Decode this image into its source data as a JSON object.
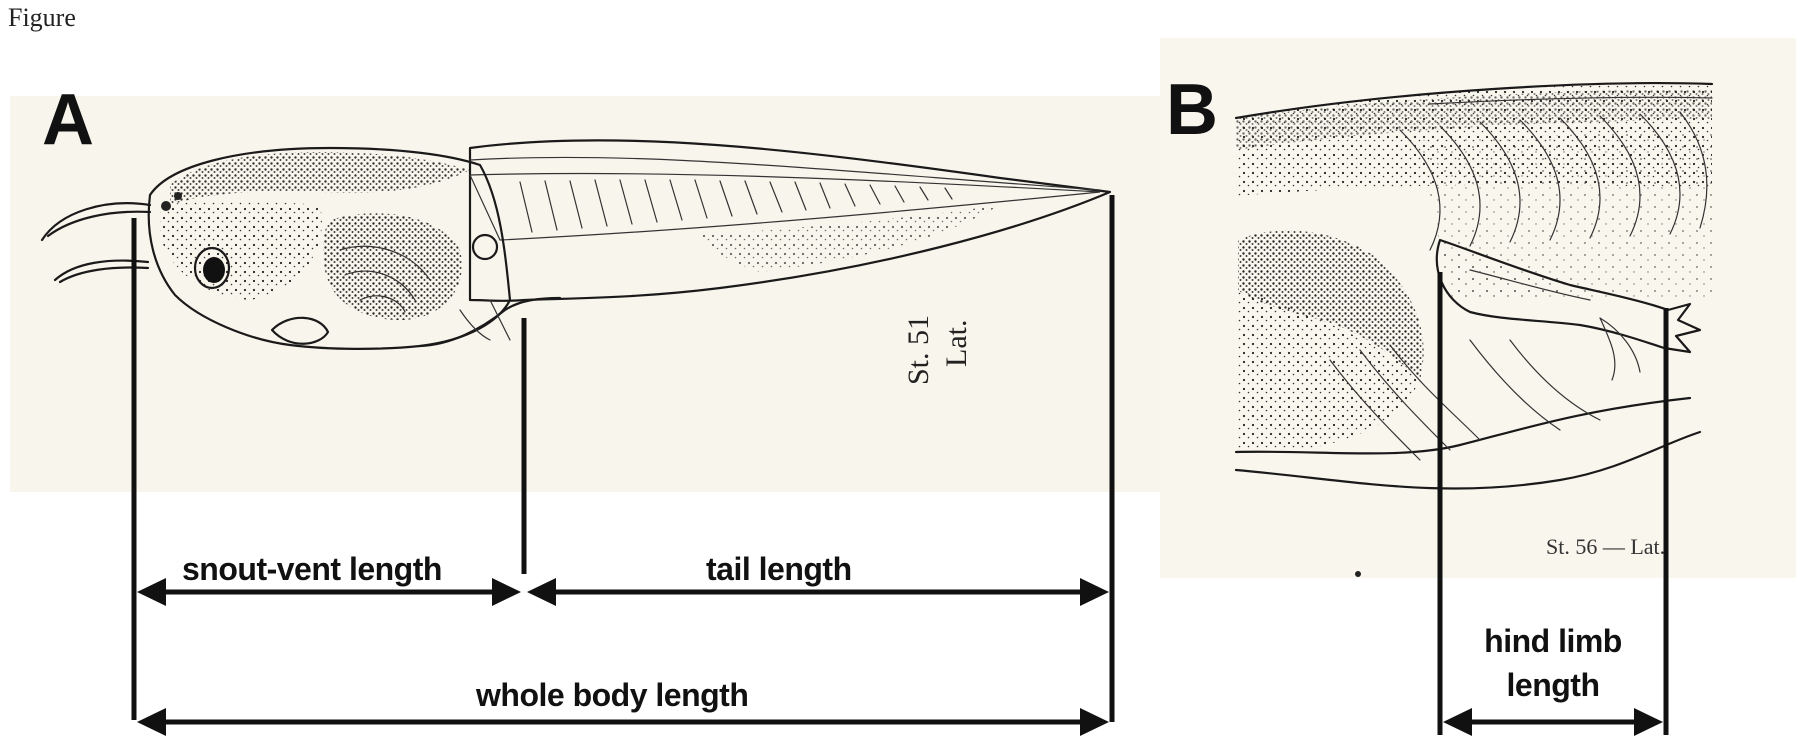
{
  "caption": "Figure",
  "panel_a": {
    "letter": "A",
    "stage_line1": "St. 51",
    "stage_line2": "Lat.",
    "labels": {
      "snout_vent": "snout-vent length",
      "tail": "tail length",
      "whole_body": "whole body length"
    }
  },
  "panel_b": {
    "letter": "B",
    "stage": "St. 56 — Lat.",
    "labels": {
      "hind_limb_line1": "hind limb",
      "hind_limb_line2": "length"
    }
  },
  "colors": {
    "paper": "#f8f5ec",
    "ink": "#111111"
  }
}
